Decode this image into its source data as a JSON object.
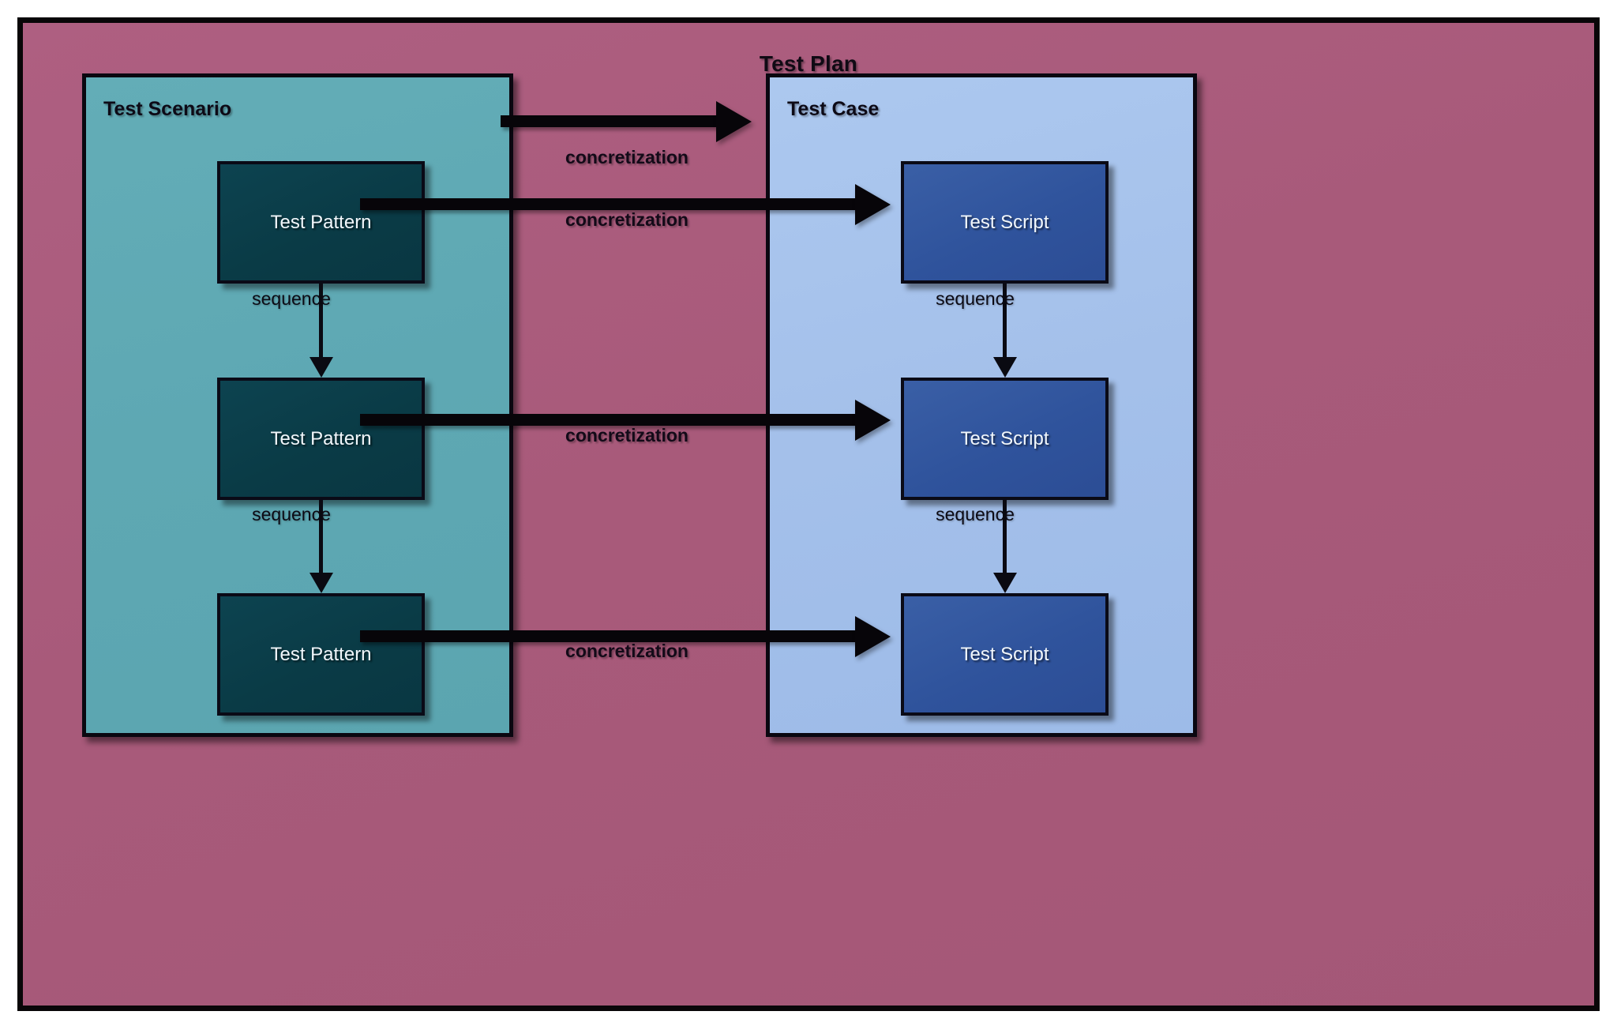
{
  "diagram": {
    "title": "Test Plan",
    "lanes": [
      {
        "id": "scenario",
        "label": "Test Scenario"
      },
      {
        "id": "case",
        "label": "Test Case"
      }
    ],
    "scenario_nodes": [
      {
        "label": "Test Pattern"
      },
      {
        "label": "Test Pattern"
      },
      {
        "label": "Test Pattern"
      }
    ],
    "case_nodes": [
      {
        "label": "Test Script"
      },
      {
        "label": "Test Script"
      },
      {
        "label": "Test Script"
      }
    ],
    "concretization_labels": [
      "concretization",
      "concretization",
      "concretization",
      "concretization"
    ],
    "sequence_labels": [
      "sequence",
      "sequence",
      "sequence",
      "sequence"
    ],
    "colors": {
      "plan_background": "#a85a7a",
      "scenario_lane": "#5ea8b3",
      "case_lane": "#a4c0ea",
      "pattern_node": "#0a3b46",
      "script_node": "#2f539c",
      "stroke": "#070509",
      "node_text": "#f2f7fb"
    }
  }
}
